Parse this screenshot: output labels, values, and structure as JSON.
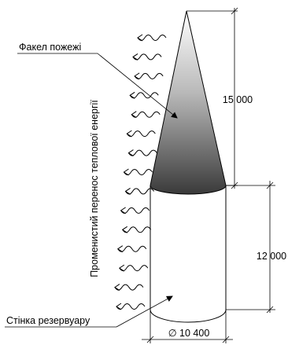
{
  "labels": {
    "flame": "Факел пожежі",
    "wall": "Стінка резервуару",
    "radiation": "Променистий перенос теплової енергії"
  },
  "dimensions": {
    "flame_height": "15 000",
    "tank_height": "12 000",
    "tank_diameter": "∅ 10 400"
  },
  "colors": {
    "flame_light": "#ffffff",
    "flame_dark": "#3a3a3a",
    "line": "#000000"
  },
  "heat_wave_count": 15
}
